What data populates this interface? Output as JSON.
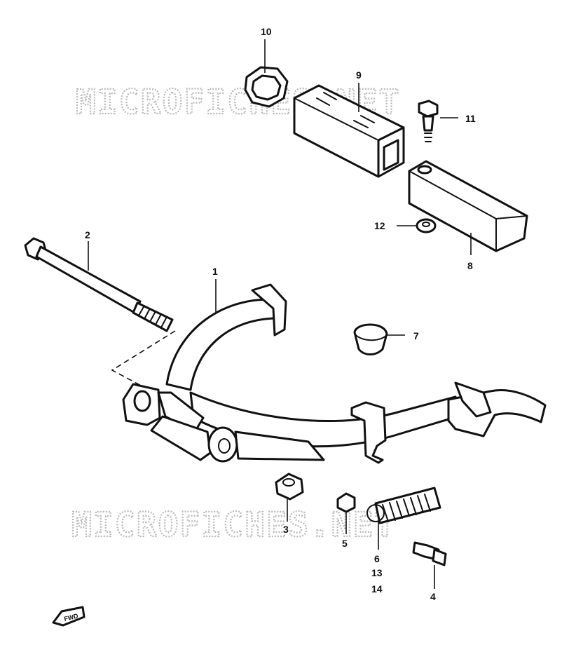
{
  "watermarks": [
    "MICROFICHES.NET",
    "MICROFICHES.NET"
  ],
  "callouts": {
    "p1": "1",
    "p2": "2",
    "p3": "3",
    "p4": "4",
    "p5": "5",
    "p6": "6",
    "p7": "7",
    "p8": "8",
    "p9": "9",
    "p10": "10",
    "p11": "11",
    "p12": "12",
    "p13": "13",
    "p14": "14"
  },
  "fwd_label": "FWD"
}
